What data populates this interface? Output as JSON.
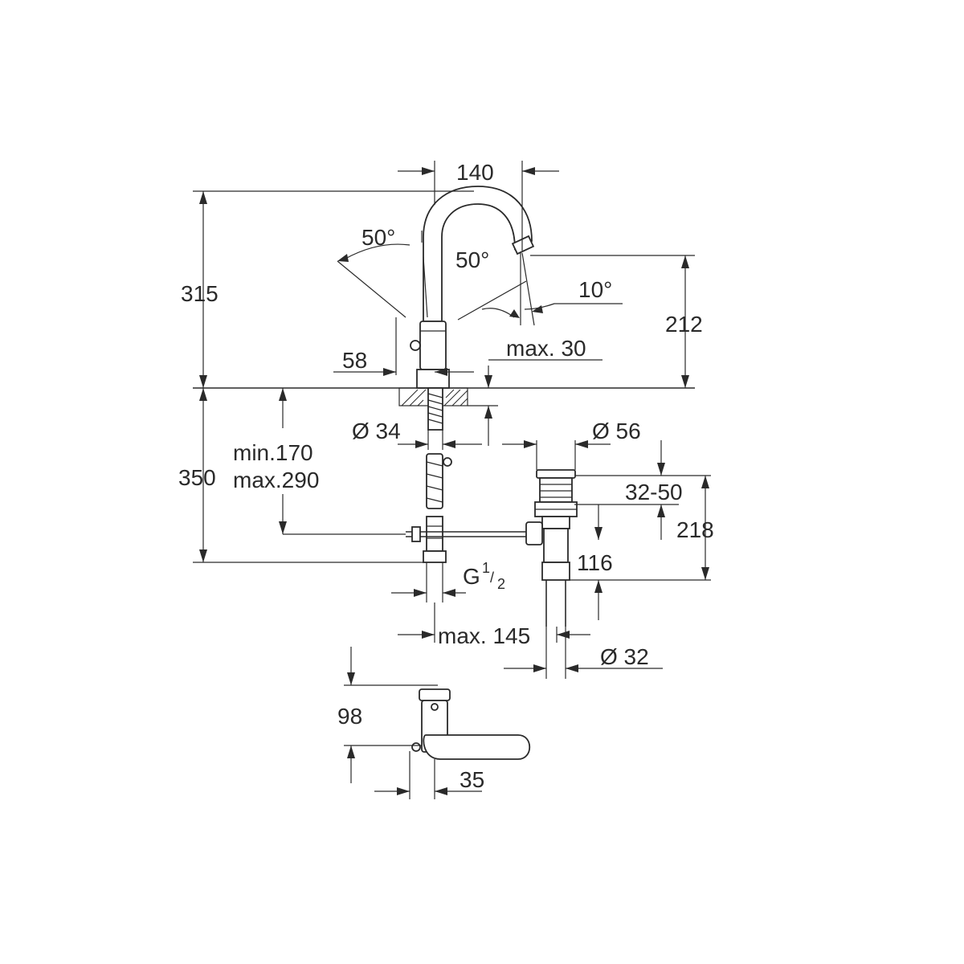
{
  "dimensions": {
    "spout_reach": "140",
    "total_height": "315",
    "spout_height": "212",
    "angle_left": "50°",
    "angle_right": "50°",
    "spout_swivel": "10°",
    "lever_offset": "58",
    "deck_max": "max. 30",
    "shank_diameter": "Ø 34",
    "min_hose": "min.170",
    "max_hose": "max.290",
    "below_deck": "350",
    "waste_diameter": "Ø 56",
    "waste_range": "32-50",
    "waste_height": "218",
    "waste_inner": "116",
    "thread_label": "G",
    "thread_num": "1",
    "thread_den": "2",
    "pullrod_max": "max. 145",
    "outlet_diameter": "Ø 32",
    "handle_height": "98",
    "handle_offset": "35"
  }
}
